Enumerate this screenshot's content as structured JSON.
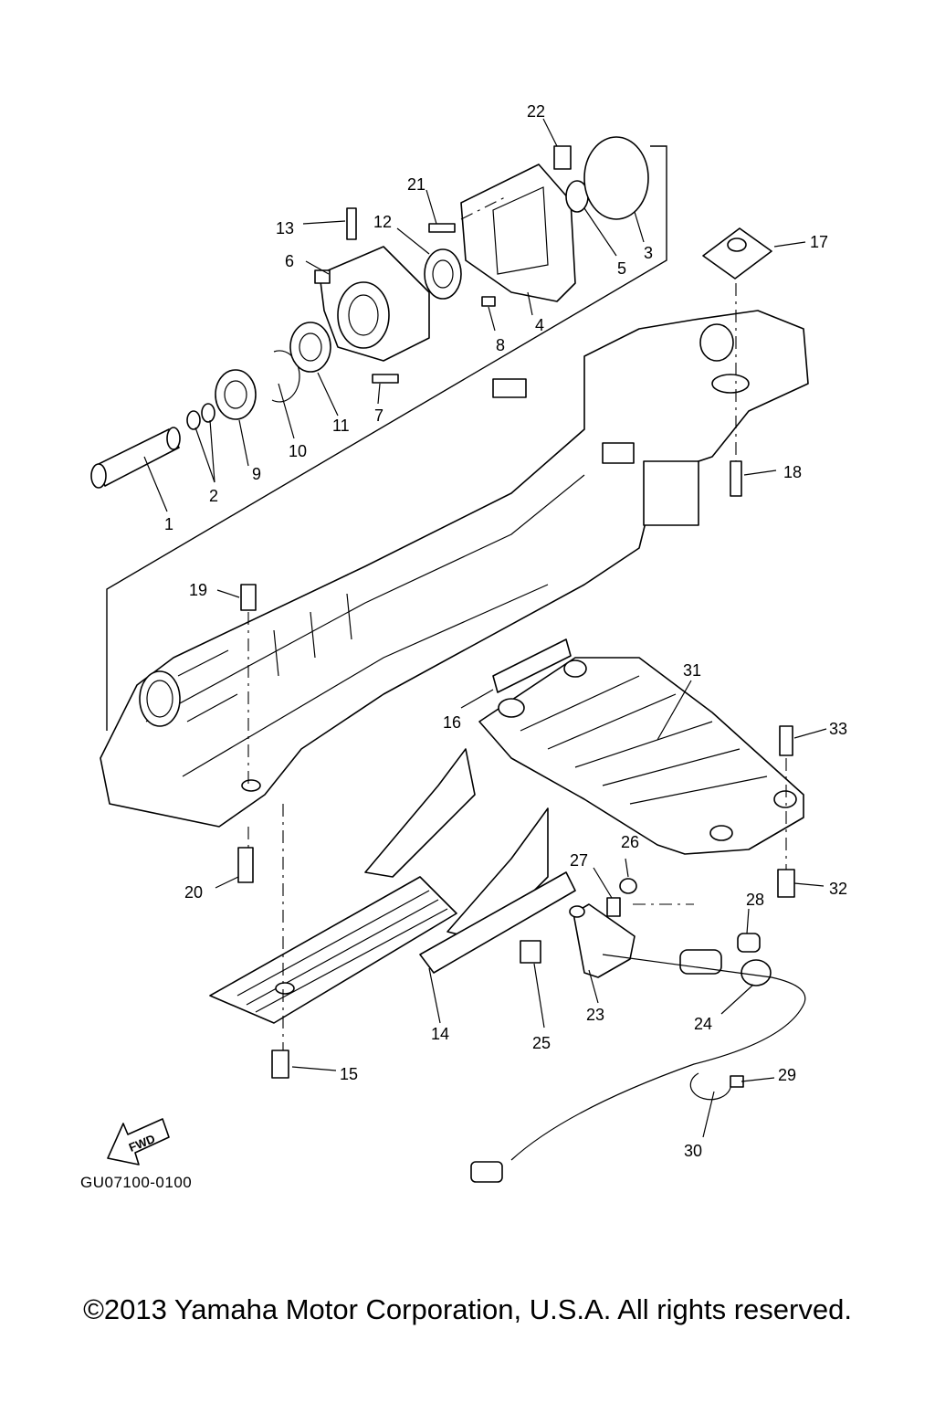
{
  "diagram": {
    "callouts": [
      "1",
      "2",
      "3",
      "4",
      "5",
      "6",
      "7",
      "8",
      "9",
      "10",
      "11",
      "12",
      "13",
      "14",
      "15",
      "16",
      "17",
      "18",
      "19",
      "20",
      "21",
      "22",
      "23",
      "24",
      "25",
      "26",
      "27",
      "28",
      "29",
      "30",
      "31",
      "32",
      "33"
    ],
    "fwd_label": "FWD",
    "reference_code": "GU07100-0100"
  },
  "footer": {
    "copyright": "©2013 Yamaha Motor Corporation, U.S.A. All rights reserved."
  }
}
